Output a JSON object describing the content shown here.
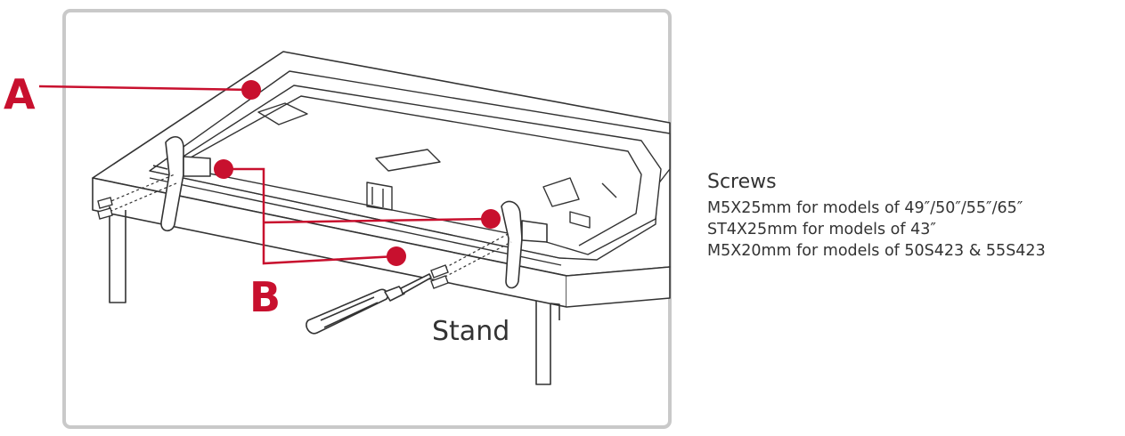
{
  "diagram": {
    "label_a": "A",
    "label_b": "B",
    "stand_label": "Stand",
    "accent_color": "#c8102e",
    "outline_color": "#333333"
  },
  "screws": {
    "title": "Screws",
    "lines": [
      "M5X25mm for models of 49″/50″/55″/65″",
      "ST4X25mm for models of 43″",
      "M5X20mm for models of 50S423 & 55S423"
    ]
  }
}
